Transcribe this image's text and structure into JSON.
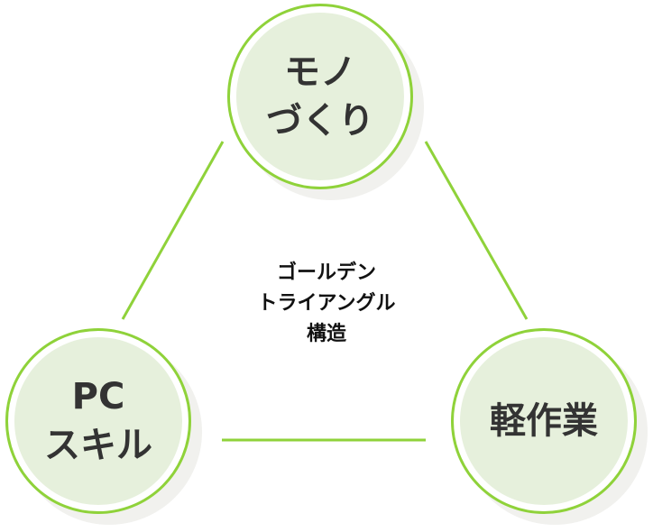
{
  "colors": {
    "accent": "#8fd23a",
    "node_fill": "#e6f0dc",
    "node_shadow": "#f1f1ee",
    "node_text": "#333333",
    "center_text": "#111111"
  },
  "center": {
    "lines": [
      "ゴールデン",
      "トライアングル",
      "構造"
    ]
  },
  "nodes": {
    "top": {
      "lines": [
        "モノ",
        "づくり"
      ]
    },
    "left": {
      "lines": [
        "PC",
        "スキル"
      ]
    },
    "right": {
      "lines": [
        "軽作業"
      ]
    }
  }
}
